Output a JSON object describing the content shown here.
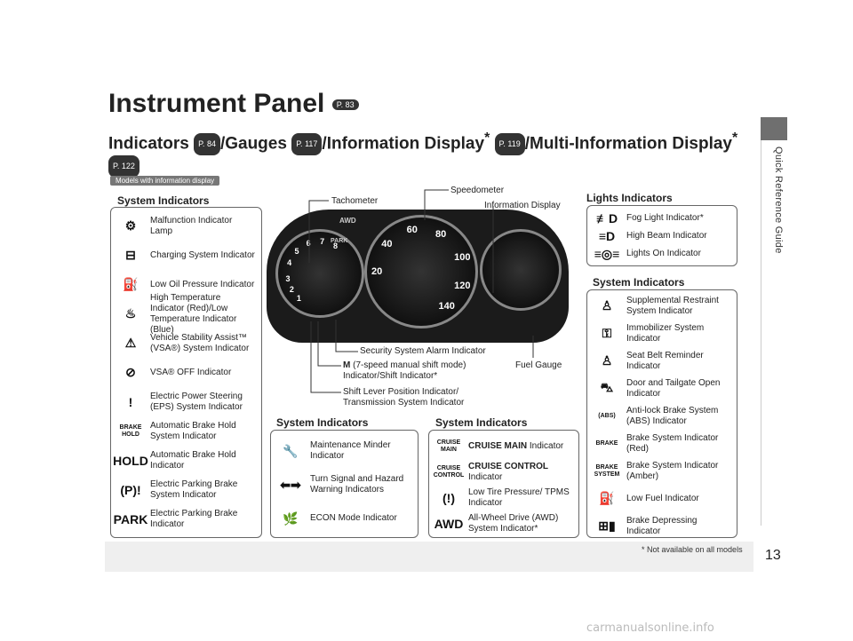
{
  "side_label": "Quick Reference Guide",
  "page_number": "13",
  "footnote": "* Not available on all models",
  "watermark": "carmanualsonline.info",
  "title": "Instrument Panel",
  "title_ref": "P. 83",
  "subtitle": {
    "p1": "Indicators",
    "r1": "P. 84",
    "p2": "/Gauges",
    "r2": "P. 117",
    "p3": "/Information Display",
    "star1": "*",
    "r3": "P. 119",
    "p4": "/Multi-Information Display",
    "star2": "*",
    "r4": "P. 122"
  },
  "tag": "Models with information display",
  "callouts": {
    "tach": "Tachometer",
    "speedo": "Speedometer",
    "info": "Information Display",
    "security": "Security System Alarm Indicator",
    "m_bold": "M",
    "m_rest": " (7-speed manual shift mode) Indicator/Shift Indicator*",
    "fuel": "Fuel Gauge",
    "shift": "Shift Lever Position Indicator/ Transmission System Indicator"
  },
  "gauge_labels": {
    "speed": [
      "60",
      "80",
      "40",
      "100",
      "20",
      "120",
      "140"
    ],
    "tach": [
      "3",
      "4",
      "5",
      "6",
      "7",
      "8",
      "2",
      "1"
    ],
    "panel_awd": "AWD",
    "panel_park": "PARK"
  },
  "left_section": {
    "heading": "System Indicators",
    "items": [
      {
        "icon": "⚙",
        "label": "Malfunction Indicator Lamp"
      },
      {
        "icon": "⊟",
        "label": "Charging System Indicator"
      },
      {
        "icon": "⛽",
        "label": "Low Oil Pressure Indicator"
      },
      {
        "icon": "♨",
        "label": "High Temperature Indicator (Red)/Low Temperature Indicator (Blue)"
      },
      {
        "icon": "⚠",
        "label": "Vehicle Stability Assist™ (VSA®) System Indicator"
      },
      {
        "icon": "⊘",
        "label": "VSA® OFF Indicator"
      },
      {
        "icon": "!",
        "label": "Electric Power Steering (EPS) System Indicator"
      },
      {
        "icon": "BRAKE HOLD",
        "label": "Automatic Brake Hold System Indicator"
      },
      {
        "icon": "HOLD",
        "label": "Automatic Brake Hold Indicator"
      },
      {
        "icon": "(P)!",
        "label": "Electric Parking Brake System Indicator"
      },
      {
        "icon": "PARK",
        "label": "Electric Parking Brake Indicator"
      }
    ]
  },
  "mid1_section": {
    "heading": "System Indicators",
    "items": [
      {
        "icon": "🔧",
        "label": "Maintenance Minder Indicator"
      },
      {
        "icon": "⬅➡",
        "label": "Turn Signal and Hazard Warning Indicators"
      },
      {
        "icon": "🌿",
        "label": "ECON Mode Indicator"
      }
    ]
  },
  "mid2_section": {
    "heading": "System Indicators",
    "items": [
      {
        "icon": "CRUISE MAIN",
        "bold": "CRUISE MAIN",
        "label": " Indicator"
      },
      {
        "icon": "CRUISE CONTROL",
        "bold": "CRUISE CONTROL",
        "label": " Indicator"
      },
      {
        "icon": "(!)",
        "bold": "",
        "label": "Low Tire Pressure/ TPMS Indicator"
      },
      {
        "icon": "AWD",
        "bold": "",
        "label": "All-Wheel Drive (AWD) System Indicator*"
      }
    ]
  },
  "lights_section": {
    "heading": "Lights Indicators",
    "items": [
      {
        "icon": "≢D",
        "label": "Fog Light Indicator*"
      },
      {
        "icon": "≡D",
        "label": "High Beam Indicator"
      },
      {
        "icon": "≡◎≡",
        "label": "Lights On Indicator"
      }
    ]
  },
  "right_section": {
    "heading": "System Indicators",
    "items": [
      {
        "icon": "♙",
        "label": "Supplemental Restraint System Indicator"
      },
      {
        "icon": "⚿",
        "label": "Immobilizer System Indicator"
      },
      {
        "icon": "♙",
        "label": "Seat Belt Reminder Indicator"
      },
      {
        "icon": "⛍",
        "label": "Door and Tailgate Open Indicator"
      },
      {
        "icon": "(ABS)",
        "label": "Anti-lock Brake System (ABS) Indicator"
      },
      {
        "icon": "BRAKE",
        "label": "Brake System Indicator (Red)"
      },
      {
        "icon": "BRAKE SYSTEM",
        "label": "Brake System Indicator (Amber)"
      },
      {
        "icon": "⛽",
        "label": "Low Fuel Indicator"
      },
      {
        "icon": "⊞▮",
        "label": "Brake Depressing Indicator"
      }
    ]
  }
}
